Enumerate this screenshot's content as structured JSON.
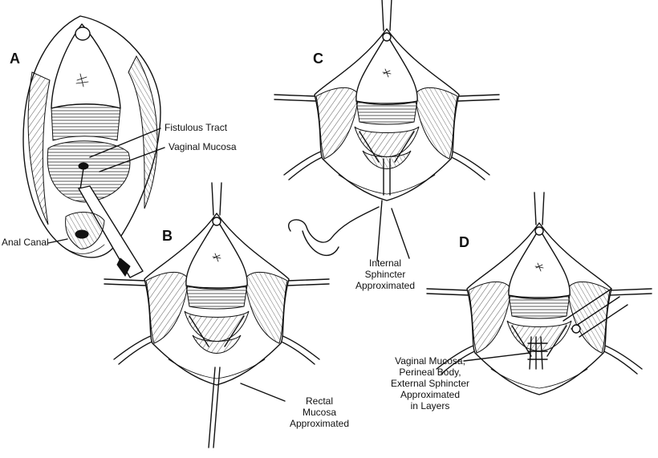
{
  "panels": [
    {
      "letter": "A",
      "labels": [
        "Fistulous Tract",
        "Vaginal Mucosa",
        "Anal Canal"
      ]
    },
    {
      "letter": "B",
      "labels": [
        "Rectal",
        "Mucosa",
        "Approximated"
      ]
    },
    {
      "letter": "C",
      "labels": [
        "Internal",
        "Sphincter",
        "Approximated"
      ]
    },
    {
      "letter": "D",
      "labels": [
        "Vaginal Mucosa,",
        "Perineal Body,",
        "External Sphincter",
        "Approximated",
        "in Layers"
      ]
    }
  ]
}
